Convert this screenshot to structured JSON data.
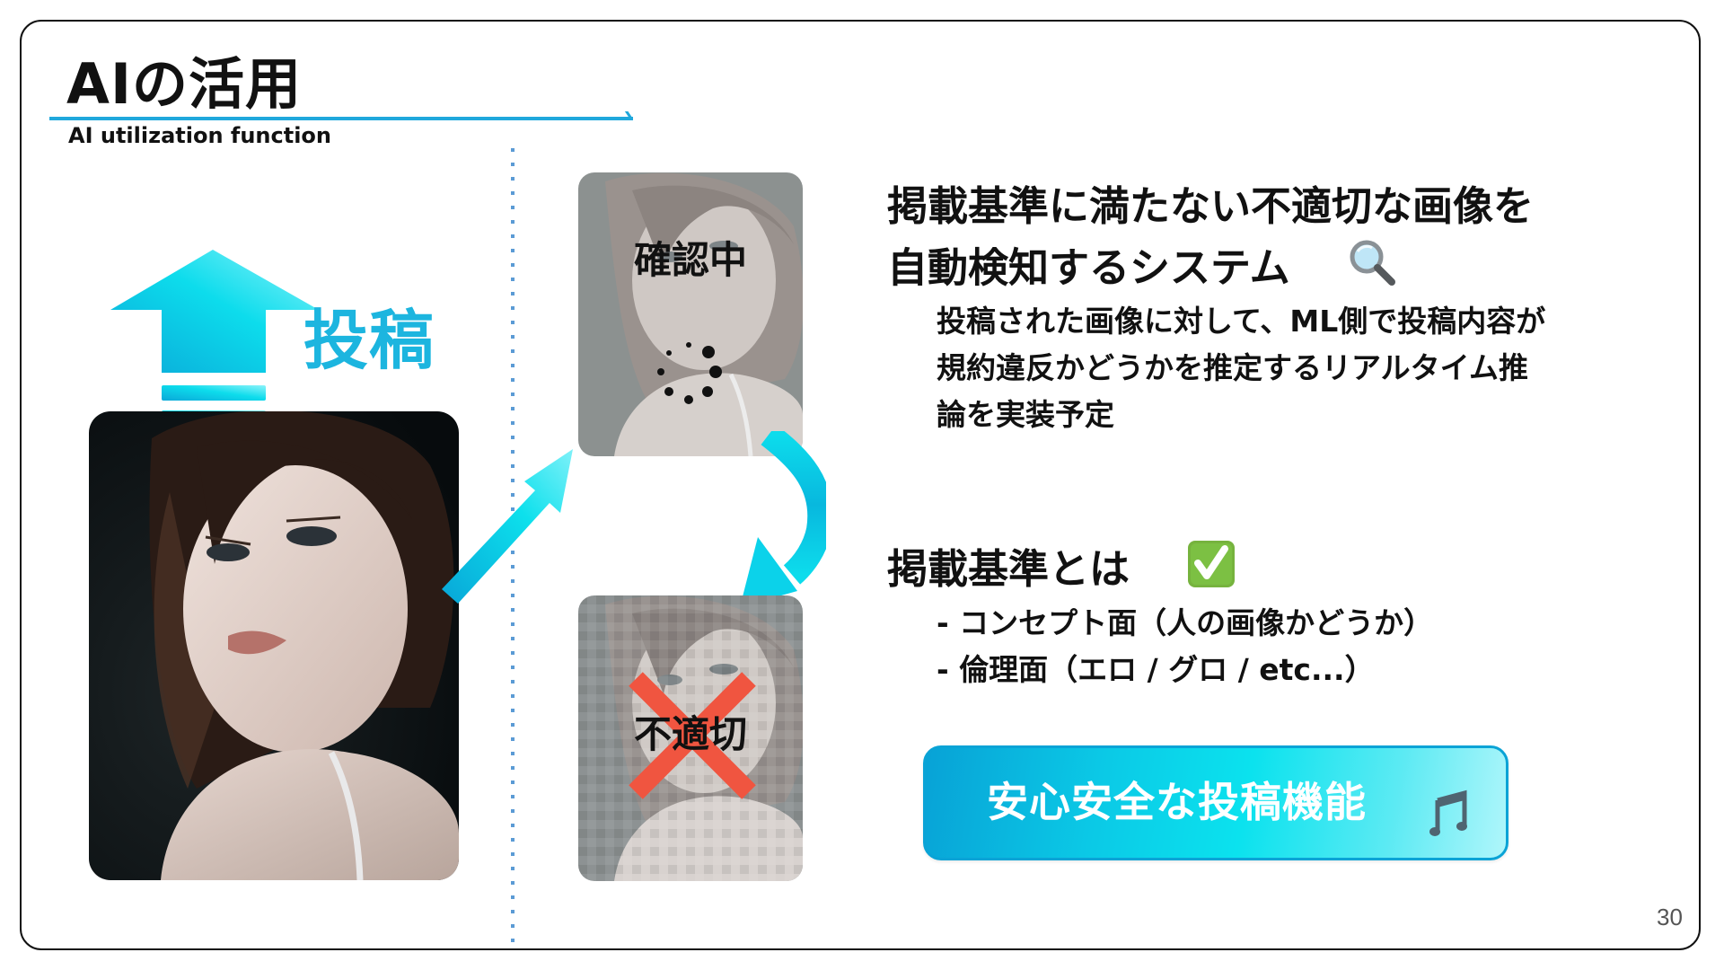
{
  "slide": {
    "title": "AIの活用",
    "subtitle": "AI utilization function",
    "page_number": "30"
  },
  "left_panel": {
    "upload_label": "投稿",
    "upload_icon": "upload-arrow-icon",
    "photo_description": "portrait photo of a woman looking over her shoulder"
  },
  "flow": {
    "checking_card": {
      "label": "確認中",
      "state_icon": "loading-spinner-icon"
    },
    "rejected_card": {
      "label": "不適切",
      "state_icon": "cross-icon"
    }
  },
  "content": {
    "heading_line1": "掲載基準に満たない不適切な画像を",
    "heading_line2": "自動検知するシステム",
    "heading_emoji": "🔍",
    "description_lines": [
      "投稿された画像に対して、ML側で投稿内容が",
      "規約違反かどうかを推定するリアルタイム推",
      "論を実装予定"
    ],
    "criteria_heading": "掲載基準とは",
    "criteria_emoji": "✅",
    "criteria": [
      "- コンセプト面（人の画像かどうか）",
      "- 倫理面（エロ / グロ / etc...）"
    ],
    "banner_label": "安心安全な投稿機能",
    "banner_icon": "music-note-icon"
  },
  "colors": {
    "accent": "#1cb5df",
    "divider": "#5b9bd5",
    "reject": "#f05540",
    "text": "#111111"
  }
}
